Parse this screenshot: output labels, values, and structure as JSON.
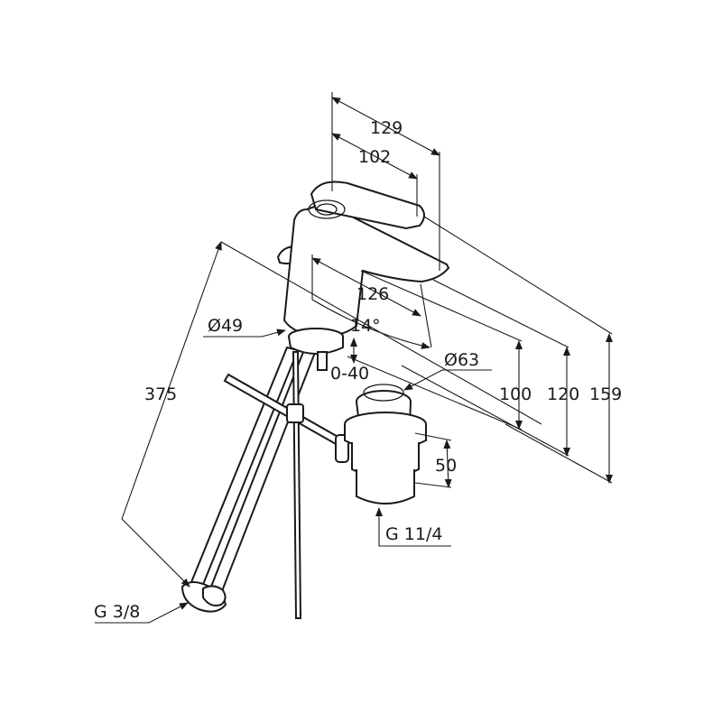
{
  "title": "Basin mixer dimension drawing",
  "dimensions": {
    "overall_depth": "129",
    "lever_length": "102",
    "spout_projection": "126",
    "spout_angle": "14°",
    "base_diameter": "Ø49",
    "mounting_thickness": "0-40",
    "waste_diameter": "Ø63",
    "spout_height": "100",
    "outlet_height": "120",
    "total_height": "159",
    "hose_length": "375",
    "waste_height": "50"
  },
  "connections": {
    "waste_thread": "G 11/4",
    "supply_thread": "G 3/8"
  }
}
